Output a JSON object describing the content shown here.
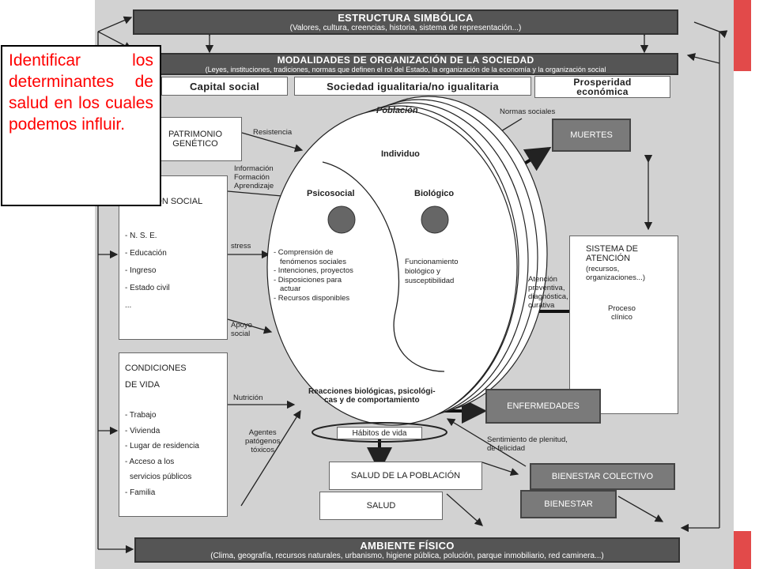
{
  "diagram": {
    "estructura": {
      "title": "ESTRUCTURA SIMBÓLICA",
      "subtitle": "(Valores, cultura, creencias, historia, sistema de representación...)"
    },
    "modalidades": {
      "title": "MODALIDADES DE ORGANIZACIÓN DE LA SOCIEDAD",
      "subtitle": "(Leyes, instituciones, tradiciones, normas que definen el rol del Estado, la organización de la economía y la organización social"
    },
    "capital_social": "Capital social",
    "sociedad": "Sociedad igualitaria/no igualitaria",
    "prosperidad": [
      "Prosperidad",
      "económica"
    ],
    "patrimonio": [
      "PATRIMONIO",
      "GENÉTICO"
    ],
    "posicion_social": {
      "title": "POSICIÓN SOCIAL",
      "items": [
        "- N. S. E.",
        "- Educación",
        "- Ingreso",
        "- Estado civil",
        "..."
      ]
    },
    "condiciones": {
      "title": [
        "CONDICIONES",
        "DE VIDA"
      ],
      "items": [
        "- Trabajo",
        "- Vivienda",
        "- Lugar de residencia",
        "- Acceso a los",
        "servicios públicos",
        "- Familia"
      ]
    },
    "poblacion": "Población",
    "individuo": "Individuo",
    "psicosocial": "Psicosocial",
    "biologico": "Biológico",
    "psico_items": [
      "- Comprensión de",
      "fenómenos sociales",
      "- Intenciones, proyectos",
      "- Disposiciones para",
      "actuar",
      "- Recursos disponibles"
    ],
    "bio_items": [
      "Funcionamiento",
      "biológico y",
      "susceptibilidad"
    ],
    "reacciones": [
      "Reacciones biológicas, psicológi-",
      "cas y de comportamiento"
    ],
    "habitos": "Hábitos de vida",
    "labels": {
      "resistencia": "Resistencia",
      "informacion": [
        "Información",
        "Formación",
        "Aprendizaje"
      ],
      "stress": "stress",
      "apoyo": [
        "Apoyo",
        "social"
      ],
      "nutricion": "Nutrición",
      "agentes": [
        "Agentes",
        "patógenos",
        "tóxicos"
      ],
      "normas": "Normas sociales",
      "atencion": [
        "Atención",
        "preventiva,",
        "diagnóstica,",
        "curativa"
      ],
      "sentimiento": [
        "Sentimiento de plenitud,",
        "de felicidad"
      ]
    },
    "muertes": "MUERTES",
    "sistema": {
      "title": [
        "SISTEMA DE",
        "ATENCIÓN"
      ],
      "sub": [
        "(recursos,",
        "organizaciones...)"
      ],
      "proceso": [
        "Proceso",
        "clínico"
      ]
    },
    "enfermedades": "ENFERMEDADES",
    "salud_poblacion": "SALUD DE LA POBLACIÓN",
    "salud": "SALUD",
    "bienestar_colectivo": "BIENESTAR COLECTIVO",
    "bienestar": "BIENESTAR",
    "ambiente": {
      "title": "AMBIENTE FÍSICO",
      "subtitle": "(Clima, geografía, recursos naturales, urbanismo, higiene pública, polución, parque inmobiliario, red caminera...)"
    }
  },
  "note": "Identificar los determinantes de salud en los cuales podemos influir.",
  "colors": {
    "accent_red": "#e24a4a",
    "note_text": "#ff0000"
  }
}
